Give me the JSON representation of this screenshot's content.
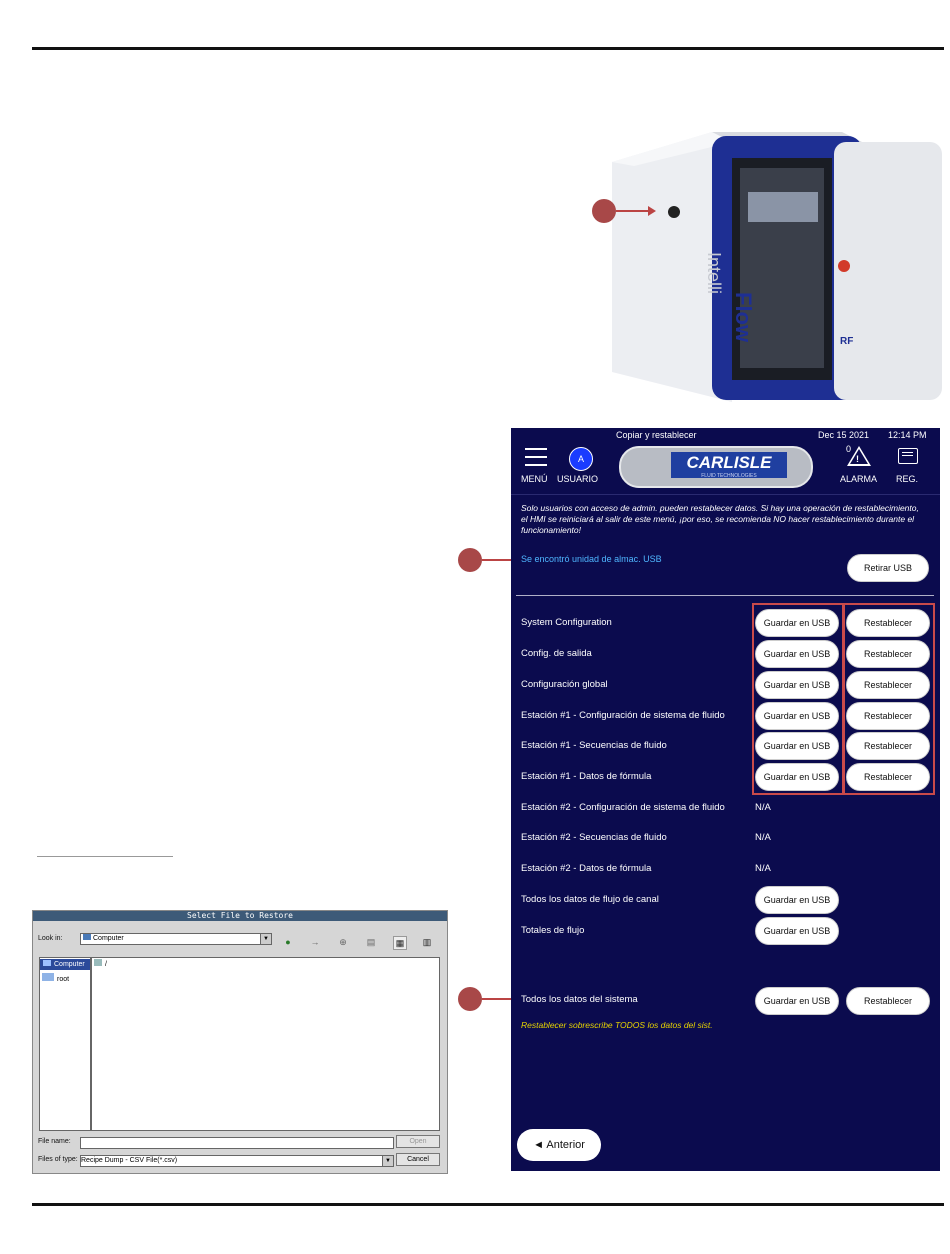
{
  "device_photo": {
    "brand_text_intelli": "Intelli",
    "brand_text_flow": "Flow",
    "badge": "RF"
  },
  "hmi": {
    "title": "Copiar y restablecer",
    "date": "Dec 15 2021",
    "time": "12:14 PM",
    "menu_label": "MENÚ",
    "user_initial": "A",
    "user_label": "USUARIO",
    "logo_text": "CARLISLE",
    "logo_sub": "FLUID TECHNOLOGIES",
    "alarm_count": "0",
    "alarm_label": "ALARMA",
    "reg_label": "REG.",
    "warning": "Solo usuarios con acceso de admin. pueden restablecer datos.  Si hay una operación de restablecimiento, el HMI se reiniciará al salir de este menú, ¡por eso, se recomienda NO hacer restablecimiento durante el funcionamiento!",
    "usb_found": "Se encontró unidad de almac. USB",
    "remove_usb": "Retirar USB",
    "save_label": "Guardar en USB",
    "restore_label": "Restablecer",
    "na_label": "N/A",
    "rows": [
      {
        "label": "System Configuration"
      },
      {
        "label": "Config. de salida"
      },
      {
        "label": "Configuración global"
      },
      {
        "label": "Estación #1 - Configuración de sistema de fluido"
      },
      {
        "label": "Estación #1 - Secuencias de fluido"
      },
      {
        "label": "Estación #1 - Datos de fórmula"
      },
      {
        "label": "Estación #2 - Configuración de sistema de fluido"
      },
      {
        "label": "Estación #2 - Secuencias de fluido"
      },
      {
        "label": "Estación #2 - Datos de fórmula"
      },
      {
        "label": "Todos los datos de flujo de canal"
      },
      {
        "label": "Totales de flujo"
      }
    ],
    "all_data_label": "Todos los datos del sistema",
    "all_data_note": "Restablecer sobrescribe TODOS los datos del sist.",
    "back_label": "◄ Anterior"
  },
  "dialog": {
    "title": "Select File to Restore",
    "look_in_label": "Look in:",
    "look_in_value": "Computer",
    "sidebar": [
      "Computer",
      "root"
    ],
    "file_item": "/",
    "file_name_label": "File name:",
    "file_type_label": "Files of type:",
    "file_type_value": "Recipe Dump - CSV File(*.csv)",
    "open_button": "Open",
    "cancel_button": "Cancel"
  }
}
